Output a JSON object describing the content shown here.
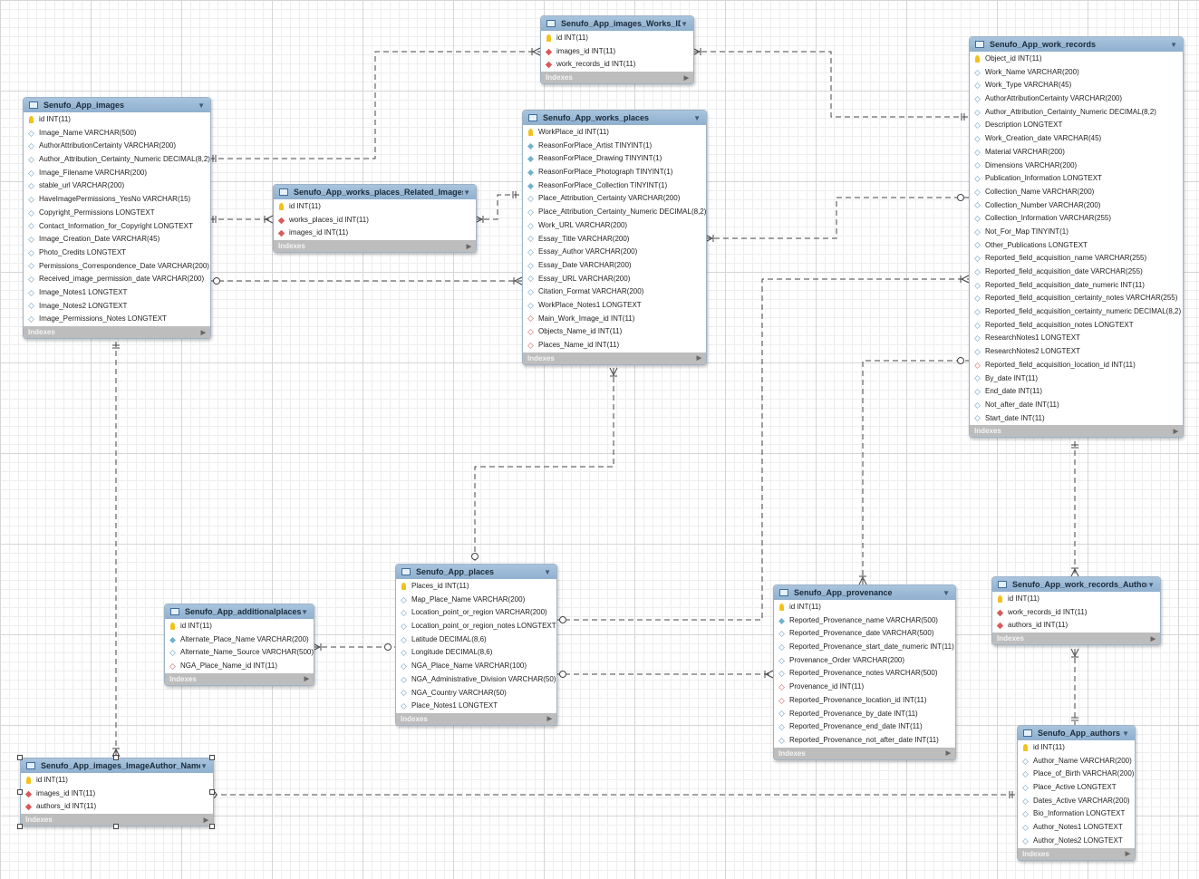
{
  "diagram": {
    "footer_label": "Indexes",
    "tables": [
      {
        "id": "images_works_id",
        "name": "Senufo_App_images_Works_ID",
        "columns": [
          {
            "text": "id INT(11)",
            "key": "pk"
          },
          {
            "text": "images_id INT(11)",
            "key": "fk"
          },
          {
            "text": "work_records_id INT(11)",
            "key": "fk"
          }
        ]
      },
      {
        "id": "work_records",
        "name": "Senufo_App_work_records",
        "columns": [
          {
            "text": "Object_id INT(11)",
            "key": "pk"
          },
          {
            "text": "Work_Name VARCHAR(200)",
            "key": "empty"
          },
          {
            "text": "Work_Type VARCHAR(45)",
            "key": "empty"
          },
          {
            "text": "AuthorAttributionCertainty VARCHAR(200)",
            "key": "empty"
          },
          {
            "text": "Author_Attribution_Certainty_Numeric DECIMAL(8,2)",
            "key": "empty"
          },
          {
            "text": "Description LONGTEXT",
            "key": "empty"
          },
          {
            "text": "Work_Creation_date VARCHAR(45)",
            "key": "empty"
          },
          {
            "text": "Material VARCHAR(200)",
            "key": "empty"
          },
          {
            "text": "Dimensions VARCHAR(200)",
            "key": "empty"
          },
          {
            "text": "Publication_Information LONGTEXT",
            "key": "empty"
          },
          {
            "text": "Collection_Name VARCHAR(200)",
            "key": "empty"
          },
          {
            "text": "Collection_Number VARCHAR(200)",
            "key": "empty"
          },
          {
            "text": "Collection_Information VARCHAR(255)",
            "key": "empty"
          },
          {
            "text": "Not_For_Map TINYINT(1)",
            "key": "empty"
          },
          {
            "text": "Other_Publications LONGTEXT",
            "key": "empty"
          },
          {
            "text": "Reported_field_acquisition_name VARCHAR(255)",
            "key": "empty"
          },
          {
            "text": "Reported_field_acquisition_date VARCHAR(255)",
            "key": "empty"
          },
          {
            "text": "Reported_field_acquisition_date_numeric INT(11)",
            "key": "empty"
          },
          {
            "text": "Reported_field_acquisition_certainty_notes VARCHAR(255)",
            "key": "empty"
          },
          {
            "text": "Reported_field_acquisition_certainty_numeric DECIMAL(8,2)",
            "key": "empty"
          },
          {
            "text": "Reported_field_acquisition_notes LONGTEXT",
            "key": "empty"
          },
          {
            "text": "ResearchNotes1 LONGTEXT",
            "key": "empty"
          },
          {
            "text": "ResearchNotes2 LONGTEXT",
            "key": "empty"
          },
          {
            "text": "Reported_field_acquisition_location_id INT(11)",
            "key": "efk"
          },
          {
            "text": "By_date INT(11)",
            "key": "empty"
          },
          {
            "text": "End_date INT(11)",
            "key": "empty"
          },
          {
            "text": "Not_after_date INT(11)",
            "key": "empty"
          },
          {
            "text": "Start_date INT(11)",
            "key": "empty"
          }
        ]
      },
      {
        "id": "images",
        "name": "Senufo_App_images",
        "columns": [
          {
            "text": "id INT(11)",
            "key": "pk"
          },
          {
            "text": "Image_Name VARCHAR(500)",
            "key": "empty"
          },
          {
            "text": "AuthorAttributionCertainty VARCHAR(200)",
            "key": "empty"
          },
          {
            "text": "Author_Attribution_Certainty_Numeric DECIMAL(8,2)",
            "key": "empty"
          },
          {
            "text": "Image_Filename VARCHAR(200)",
            "key": "empty"
          },
          {
            "text": "stable_url VARCHAR(200)",
            "key": "empty"
          },
          {
            "text": "HaveImagePermissions_YesNo VARCHAR(15)",
            "key": "empty"
          },
          {
            "text": "Copyright_Permissions LONGTEXT",
            "key": "empty"
          },
          {
            "text": "Contact_Information_for_Copyright LONGTEXT",
            "key": "empty"
          },
          {
            "text": "Image_Creation_Date VARCHAR(45)",
            "key": "empty"
          },
          {
            "text": "Photo_Credits LONGTEXT",
            "key": "empty"
          },
          {
            "text": "Permissions_Correspondence_Date VARCHAR(200)",
            "key": "empty"
          },
          {
            "text": "Received_image_permission_date VARCHAR(200)",
            "key": "empty"
          },
          {
            "text": "Image_Notes1 LONGTEXT",
            "key": "empty"
          },
          {
            "text": "Image_Notes2 LONGTEXT",
            "key": "empty"
          },
          {
            "text": "Image_Permissions_Notes LONGTEXT",
            "key": "empty"
          }
        ]
      },
      {
        "id": "works_places",
        "name": "Senufo_App_works_places",
        "columns": [
          {
            "text": "WorkPlace_id INT(11)",
            "key": "pk"
          },
          {
            "text": "ReasonForPlace_Artist TINYINT(1)",
            "key": "filled"
          },
          {
            "text": "ReasonForPlace_Drawing TINYINT(1)",
            "key": "filled"
          },
          {
            "text": "ReasonForPlace_Photograph TINYINT(1)",
            "key": "filled"
          },
          {
            "text": "ReasonForPlace_Collection TINYINT(1)",
            "key": "filled"
          },
          {
            "text": "Place_Attribution_Certainty VARCHAR(200)",
            "key": "empty"
          },
          {
            "text": "Place_Attribution_Certainty_Numeric DECIMAL(8,2)",
            "key": "empty"
          },
          {
            "text": "Work_URL VARCHAR(200)",
            "key": "empty"
          },
          {
            "text": "Essay_Title VARCHAR(200)",
            "key": "empty"
          },
          {
            "text": "Essay_Author VARCHAR(200)",
            "key": "empty"
          },
          {
            "text": "Essay_Date VARCHAR(200)",
            "key": "empty"
          },
          {
            "text": "Essay_URL VARCHAR(200)",
            "key": "empty"
          },
          {
            "text": "Citation_Format VARCHAR(200)",
            "key": "empty"
          },
          {
            "text": "WorkPlace_Notes1 LONGTEXT",
            "key": "empty"
          },
          {
            "text": "Main_Work_Image_id INT(11)",
            "key": "efk"
          },
          {
            "text": "Objects_Name_id INT(11)",
            "key": "efk"
          },
          {
            "text": "Places_Name_id INT(11)",
            "key": "efk"
          }
        ]
      },
      {
        "id": "works_places_related_images",
        "name": "Senufo_App_works_places_Related_Images",
        "columns": [
          {
            "text": "id INT(11)",
            "key": "pk"
          },
          {
            "text": "works_places_id INT(11)",
            "key": "fk"
          },
          {
            "text": "images_id INT(11)",
            "key": "fk"
          }
        ]
      },
      {
        "id": "places",
        "name": "Senufo_App_places",
        "columns": [
          {
            "text": "Places_id INT(11)",
            "key": "pk"
          },
          {
            "text": "Map_Place_Name VARCHAR(200)",
            "key": "empty"
          },
          {
            "text": "Location_point_or_region VARCHAR(200)",
            "key": "empty"
          },
          {
            "text": "Location_point_or_region_notes LONGTEXT",
            "key": "empty"
          },
          {
            "text": "Latitude DECIMAL(8,6)",
            "key": "empty"
          },
          {
            "text": "Longitude DECIMAL(8,6)",
            "key": "empty"
          },
          {
            "text": "NGA_Place_Name VARCHAR(100)",
            "key": "empty"
          },
          {
            "text": "NGA_Administrative_Division VARCHAR(50)",
            "key": "empty"
          },
          {
            "text": "NGA_Country VARCHAR(50)",
            "key": "empty"
          },
          {
            "text": "Place_Notes1 LONGTEXT",
            "key": "empty"
          }
        ]
      },
      {
        "id": "additionalplaces",
        "name": "Senufo_App_additionalplaces",
        "columns": [
          {
            "text": "id INT(11)",
            "key": "pk"
          },
          {
            "text": "Alternate_Place_Name VARCHAR(200)",
            "key": "filled"
          },
          {
            "text": "Alternate_Name_Source VARCHAR(500)",
            "key": "empty"
          },
          {
            "text": "NGA_Place_Name_id INT(11)",
            "key": "efk"
          }
        ]
      },
      {
        "id": "provenance",
        "name": "Senufo_App_provenance",
        "columns": [
          {
            "text": "id INT(11)",
            "key": "pk"
          },
          {
            "text": "Reported_Provenance_name VARCHAR(500)",
            "key": "filled"
          },
          {
            "text": "Reported_Provenance_date VARCHAR(500)",
            "key": "empty"
          },
          {
            "text": "Reported_Provenance_start_date_numeric INT(11)",
            "key": "empty"
          },
          {
            "text": "Provenance_Order VARCHAR(200)",
            "key": "empty"
          },
          {
            "text": "Reported_Provenance_notes VARCHAR(500)",
            "key": "empty"
          },
          {
            "text": "Provenance_id INT(11)",
            "key": "efk"
          },
          {
            "text": "Reported_Provenance_location_id INT(11)",
            "key": "efk"
          },
          {
            "text": "Reported_Provenance_by_date INT(11)",
            "key": "empty"
          },
          {
            "text": "Reported_Provenance_end_date INT(11)",
            "key": "empty"
          },
          {
            "text": "Reported_Provenance_not_after_date INT(11)",
            "key": "empty"
          }
        ]
      },
      {
        "id": "work_records_author",
        "name": "Senufo_App_work_records_Author",
        "columns": [
          {
            "text": "id INT(11)",
            "key": "pk"
          },
          {
            "text": "work_records_id INT(11)",
            "key": "fk"
          },
          {
            "text": "authors_id INT(11)",
            "key": "fk"
          }
        ]
      },
      {
        "id": "images_imageauthor_name",
        "name": "Senufo_App_images_ImageAuthor_Name",
        "columns": [
          {
            "text": "id INT(11)",
            "key": "pk"
          },
          {
            "text": "images_id INT(11)",
            "key": "fk"
          },
          {
            "text": "authors_id INT(11)",
            "key": "fk"
          }
        ]
      },
      {
        "id": "authors",
        "name": "Senufo_App_authors",
        "columns": [
          {
            "text": "id INT(11)",
            "key": "pk"
          },
          {
            "text": "Author_Name VARCHAR(200)",
            "key": "empty"
          },
          {
            "text": "Place_of_Birth VARCHAR(200)",
            "key": "empty"
          },
          {
            "text": "Place_Active LONGTEXT",
            "key": "empty"
          },
          {
            "text": "Dates_Active VARCHAR(200)",
            "key": "empty"
          },
          {
            "text": "Bio_Information LONGTEXT",
            "key": "empty"
          },
          {
            "text": "Author_Notes1 LONGTEXT",
            "key": "empty"
          },
          {
            "text": "Author_Notes2 LONGTEXT",
            "key": "empty"
          }
        ]
      }
    ]
  }
}
